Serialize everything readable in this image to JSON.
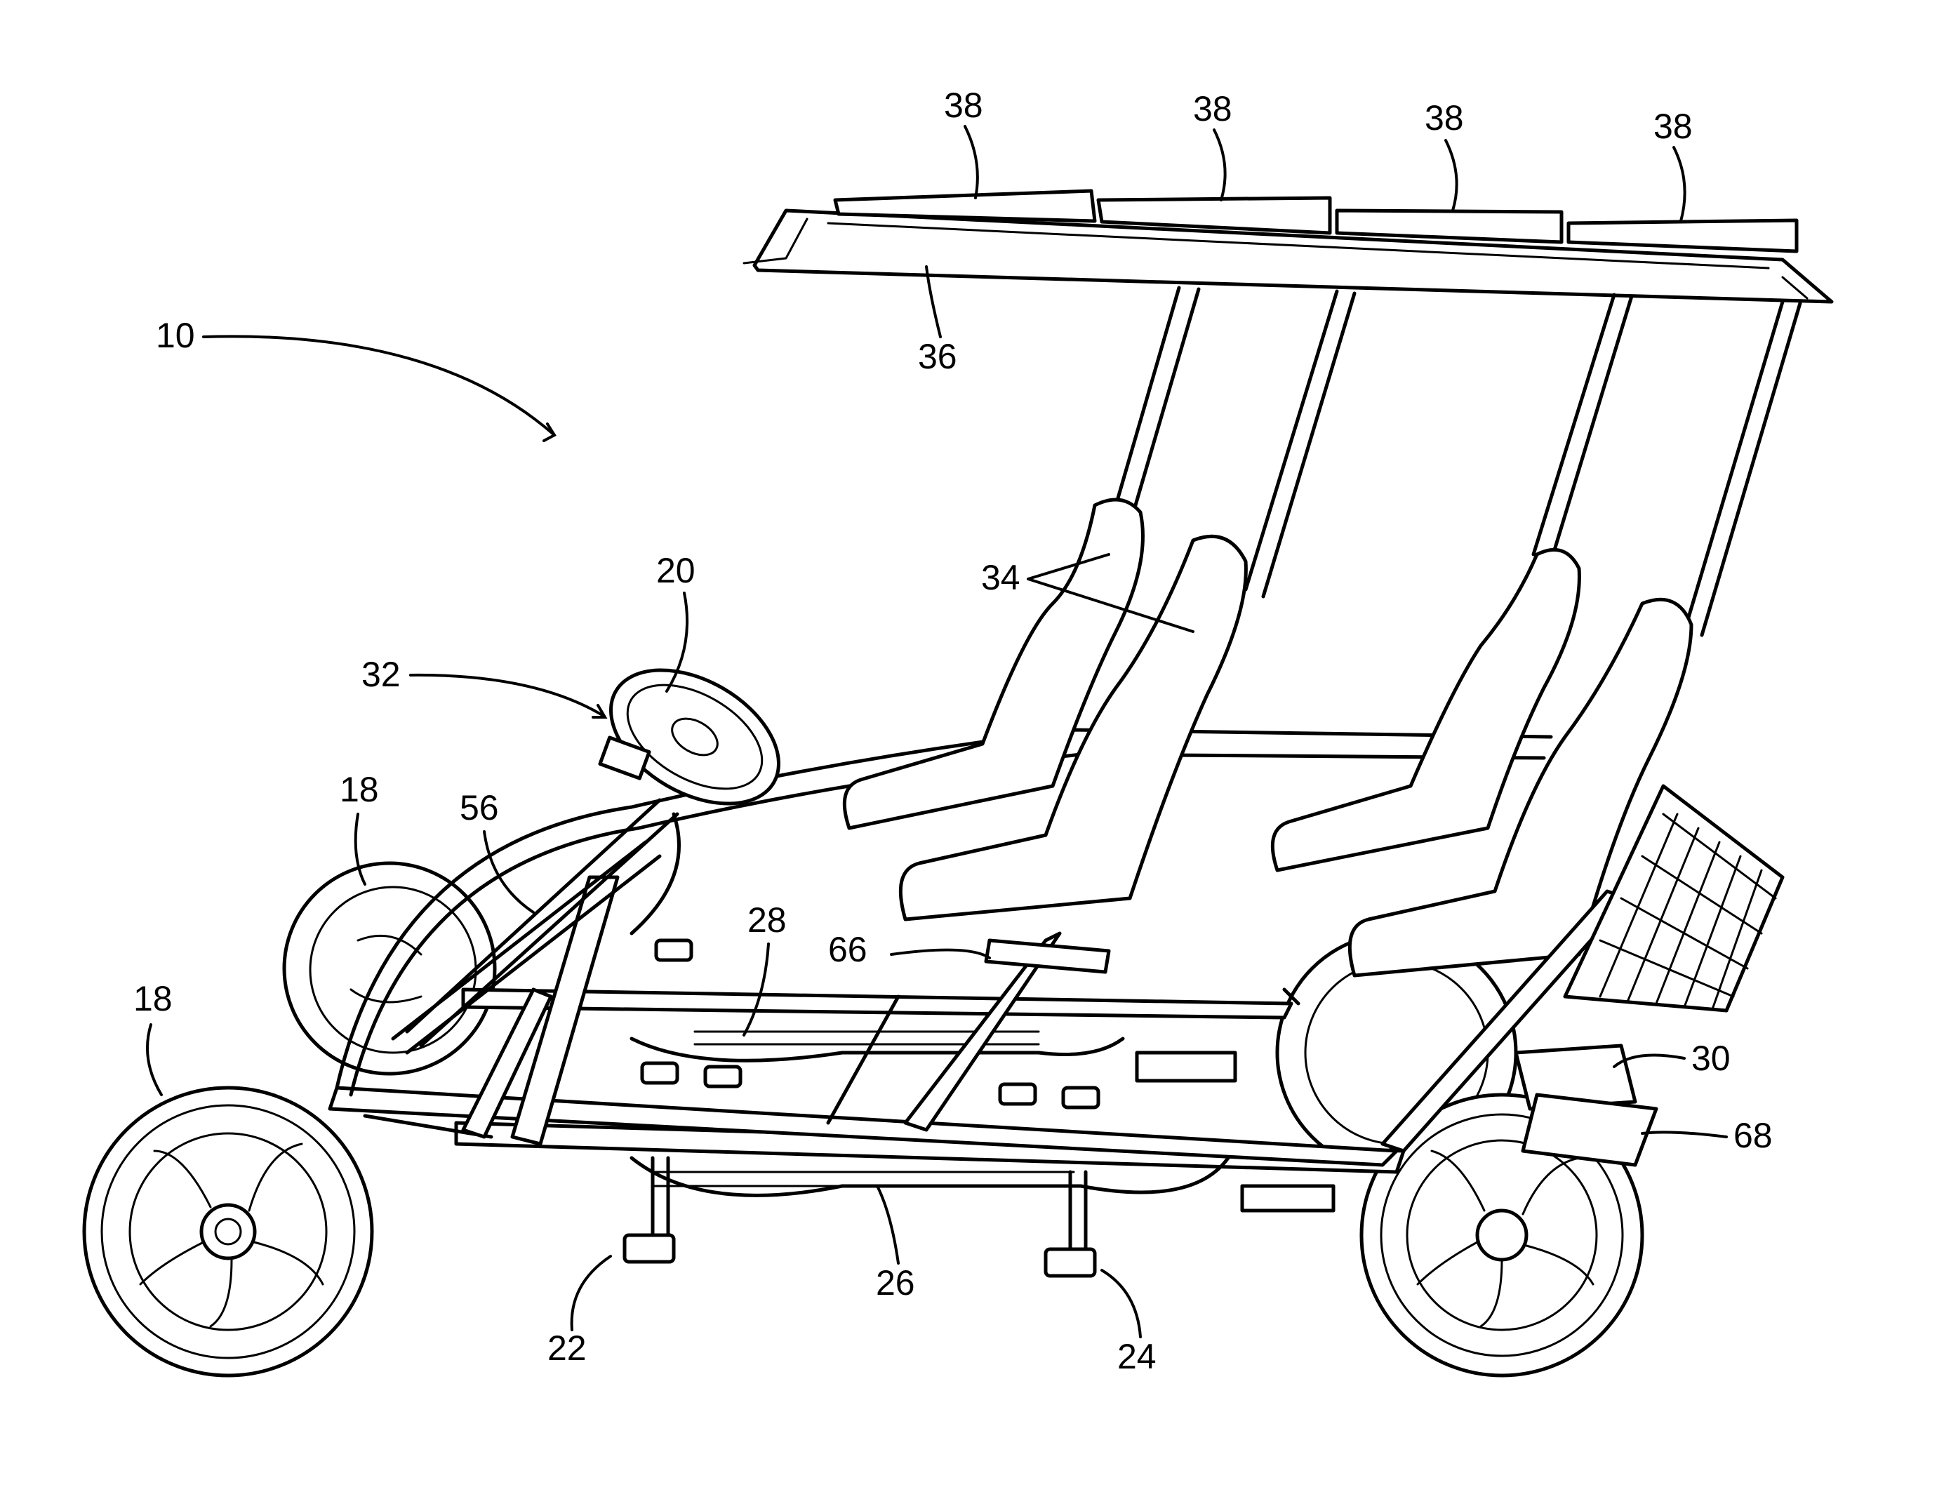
{
  "figure": {
    "labels": {
      "vehicle": "10",
      "front_wheel_rear": "18",
      "front_wheel_front": "18",
      "steering_wheel": "20",
      "pedal_front": "22",
      "pedal_rear": "24",
      "lower_chain": "26",
      "upper_chain": "28",
      "battery_box": "30",
      "steering_mechanism": "32",
      "seats": "34",
      "canopy": "36",
      "solar_panel_1": "38",
      "solar_panel_2": "38",
      "solar_panel_3": "38",
      "solar_panel_4": "38",
      "steering_column": "56",
      "handle": "66",
      "rear_frame": "68"
    }
  }
}
